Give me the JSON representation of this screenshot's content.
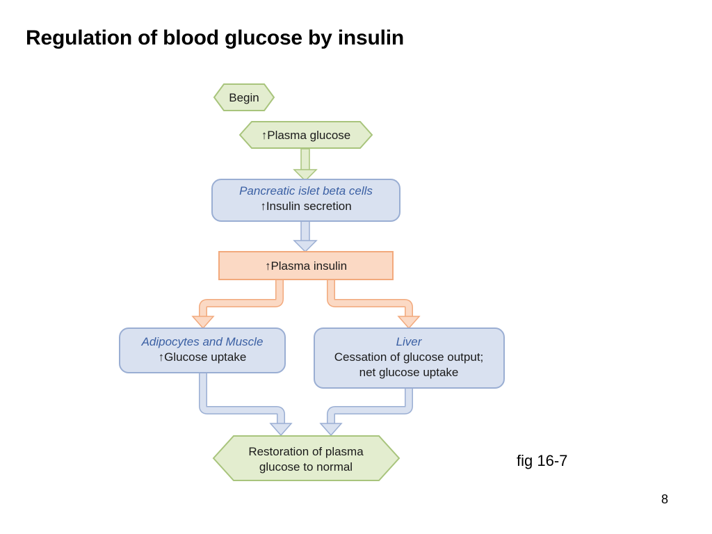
{
  "slide": {
    "title": "Regulation of blood glucose by insulin",
    "caption": "fig 16-7",
    "page_number": "8"
  },
  "diagram": {
    "begin": "Begin",
    "plasma_glucose": "↑Plasma glucose",
    "pancreas_head": "Pancreatic islet beta cells",
    "pancreas_body": "↑Insulin secretion",
    "plasma_insulin": "↑Plasma insulin",
    "adipo_head": "Adipocytes and Muscle",
    "adipo_body": "↑Glucose uptake",
    "liver_head": "Liver",
    "liver_body_1": "Cessation of glucose output;",
    "liver_body_2": "net glucose uptake",
    "restore_1": "Restoration of plasma",
    "restore_2": "glucose to normal"
  },
  "colors": {
    "green_fill": "#e3edcf",
    "green_stroke": "#a8c47c",
    "blue_fill": "#d9e1f0",
    "blue_stroke": "#9aaed3",
    "orange_fill": "#fbd9c4",
    "orange_stroke": "#f2a97c",
    "accent_text": "#3a5fa3"
  }
}
